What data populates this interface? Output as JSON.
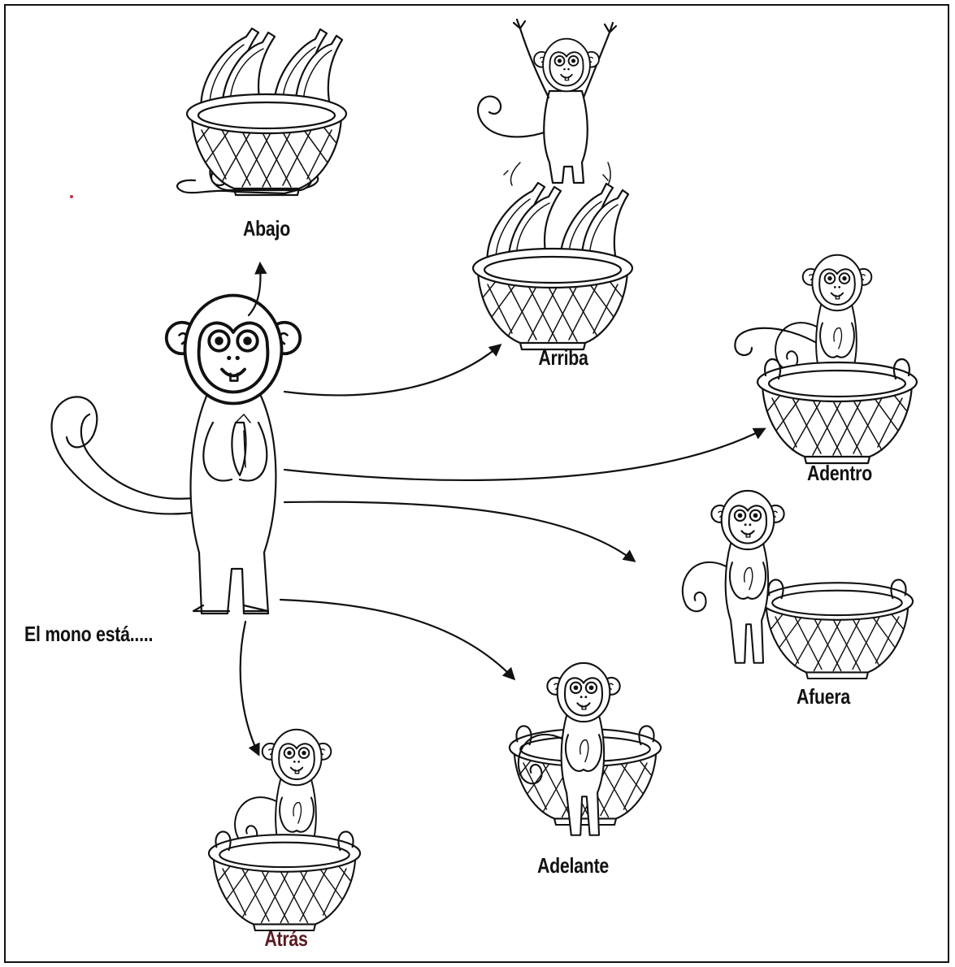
{
  "caption": "El mono está.....",
  "positions": {
    "abajo": "Abajo",
    "arriba": "Arriba",
    "adentro": "Adentro",
    "afuera": "Afuera",
    "adelante": "Adelante",
    "atras": "Atrás"
  },
  "colors": {
    "line": "#111111",
    "atras_label": "#5a1a22",
    "background": "#ffffff"
  }
}
